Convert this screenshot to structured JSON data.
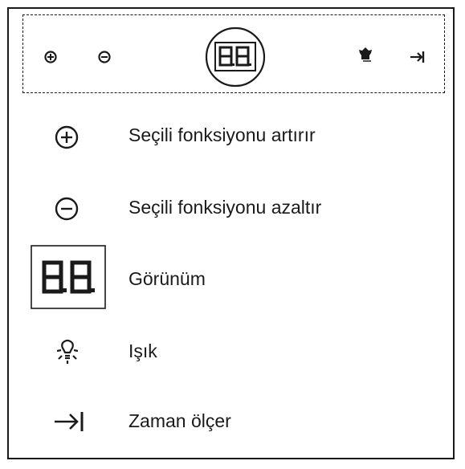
{
  "legend": {
    "plus_label": "Seçili fonksiyonu artırır",
    "minus_label": "Seçili fonksiyonu azaltır",
    "display_label": "Görünüm",
    "light_label": "Işık",
    "timer_label": "Zaman ölçer"
  },
  "display": {
    "readout": "8.8."
  },
  "icons": {
    "plus": "plus-circle-icon",
    "minus": "minus-circle-icon",
    "display": "seven-segment-display-icon",
    "light": "light-bulb-icon",
    "timer": "timer-arrow-icon"
  },
  "colors": {
    "ink": "#1a1a1a",
    "background": "#ffffff"
  }
}
